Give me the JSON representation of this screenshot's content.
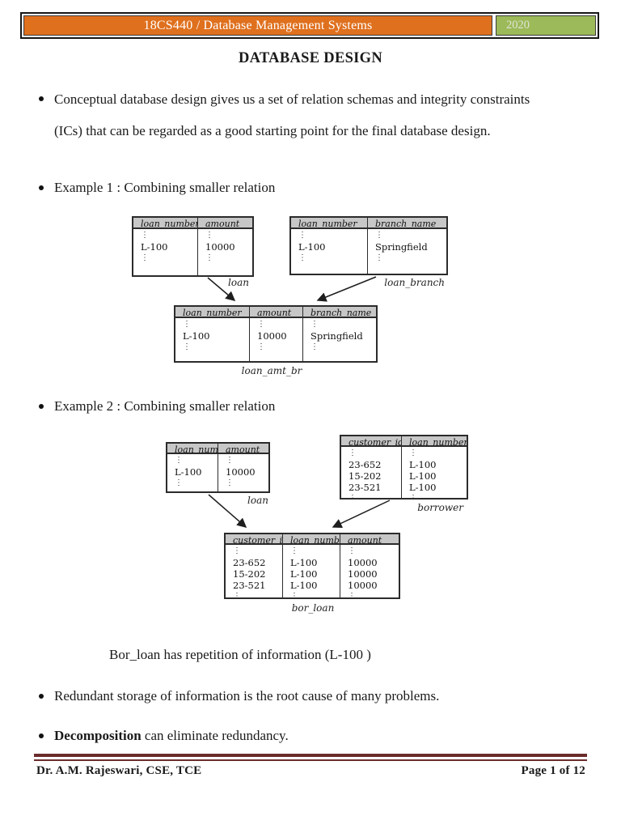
{
  "banner": {
    "course_title": "18CS440 / Database Management Systems",
    "year": "2020",
    "orange_color": "#df701e",
    "green_color": "#9cba59"
  },
  "title": "DATABASE DESIGN",
  "bullets": [
    {
      "text": "Conceptual database design gives us a set of relation schemas and integrity constraints (ICs) that can be regarded as a good starting point for the final database design."
    },
    {
      "text": "Example 1 : Combining smaller relation"
    },
    {
      "text": "Example 2 : Combining smaller relation"
    },
    {
      "text": "Redundant storage of information is the root cause of many problems."
    },
    {
      "bold": "Decomposition",
      "text": " can eliminate redundancy."
    }
  ],
  "caption": "Bor_loan has repetition of information (L-100 )",
  "diagram": {
    "ellipsis": "⋮",
    "tables": [
      {
        "id": "loan1",
        "label": "loan",
        "columns": [
          {
            "header": "loan_number",
            "values": [
              "L-100"
            ]
          },
          {
            "header": "amount",
            "values": [
              "10000"
            ]
          }
        ]
      },
      {
        "id": "loan_branch",
        "label": "loan_branch",
        "columns": [
          {
            "header": "loan_number",
            "values": [
              "L-100"
            ]
          },
          {
            "header": "branch_name",
            "values": [
              "Springfield"
            ]
          }
        ]
      },
      {
        "id": "loan_amt_br",
        "label": "loan_amt_br",
        "columns": [
          {
            "header": "loan_number",
            "values": [
              "L-100"
            ]
          },
          {
            "header": "amount",
            "values": [
              "10000"
            ]
          },
          {
            "header": "branch_name",
            "values": [
              "Springfield"
            ]
          }
        ]
      },
      {
        "id": "loan2",
        "label": "loan",
        "columns": [
          {
            "header": "loan_number",
            "values": [
              "L-100"
            ]
          },
          {
            "header": "amount",
            "values": [
              "10000"
            ]
          }
        ]
      },
      {
        "id": "borrower",
        "label": "borrower",
        "columns": [
          {
            "header": "customer_id",
            "values": [
              "23-652",
              "15-202",
              "23-521"
            ]
          },
          {
            "header": "loan_number",
            "values": [
              "L-100",
              "L-100",
              "L-100"
            ]
          }
        ]
      },
      {
        "id": "bor_loan",
        "label": "bor_loan",
        "columns": [
          {
            "header": "customer_id",
            "values": [
              "23-652",
              "15-202",
              "23-521"
            ]
          },
          {
            "header": "loan_number",
            "values": [
              "L-100",
              "L-100",
              "L-100"
            ]
          },
          {
            "header": "amount",
            "values": [
              "10000",
              "10000",
              "10000"
            ]
          }
        ]
      }
    ]
  },
  "footer": {
    "author": "Dr. A.M. Rajeswari, CSE, TCE",
    "page_label": "Page 1 of 12",
    "rule_color": "#6b2c2c"
  }
}
